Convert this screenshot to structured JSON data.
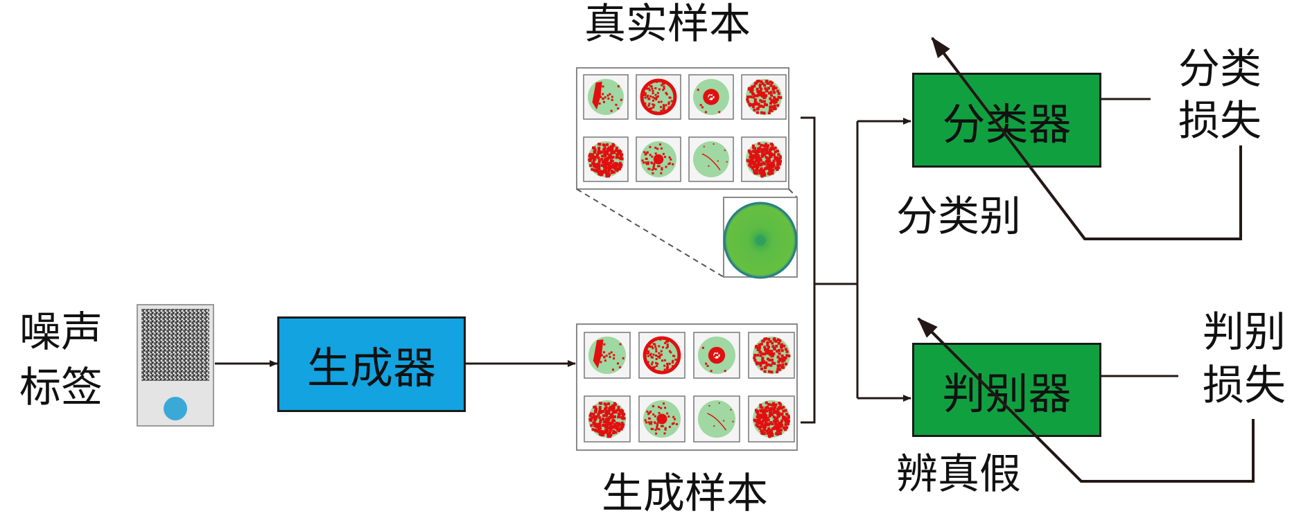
{
  "labels": {
    "noise": "噪声",
    "label": "标签",
    "real_samples": "真实样本",
    "generated_samples": "生成样本",
    "classify_category": "分类别",
    "discriminate_real_fake": "辨真假",
    "classification_loss_line1": "分类",
    "classification_loss_line2": "损失",
    "discrimination_loss_line1": "判别",
    "discrimination_loss_line2": "损失"
  },
  "blocks": {
    "generator": "生成器",
    "classifier": "分类器",
    "discriminator": "判别器"
  },
  "colors": {
    "generator_fill": "#12a3e0",
    "classifier_fill": "#11a040",
    "discriminator_fill": "#11a040",
    "wafer_normal": "#9fd8a2",
    "wafer_defect": "#e01010",
    "label_dot": "#3aa9d8",
    "arrow": "#231815"
  },
  "wafer_grid": {
    "real": [
      "edge-loc",
      "loc",
      "donut",
      "random",
      "near-full",
      "center",
      "scratch",
      "near-full"
    ],
    "generated": [
      "edge-loc",
      "loc",
      "donut",
      "random",
      "near-full",
      "center",
      "scratch",
      "near-full"
    ],
    "zoomed_sample": "none"
  }
}
